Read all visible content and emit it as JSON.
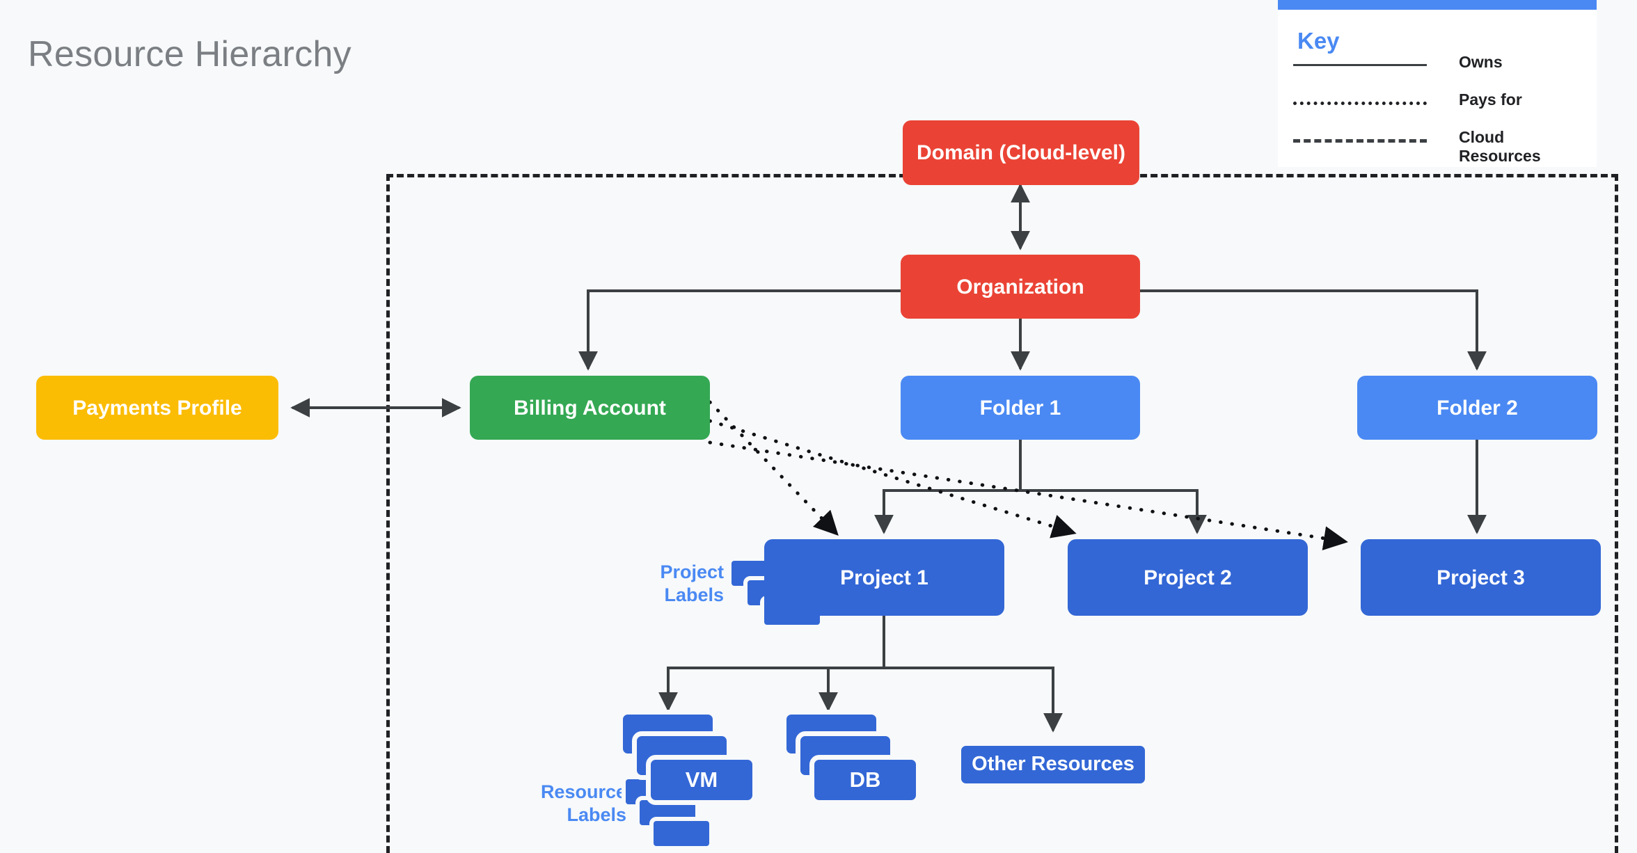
{
  "page": {
    "title": "Resource Hierarchy",
    "background": "#f7f9fa"
  },
  "key": {
    "heading": "Key",
    "items": [
      {
        "style": "solid",
        "label": "Owns"
      },
      {
        "style": "dotted",
        "label": "Pays for"
      },
      {
        "style": "dashed",
        "label": "Cloud Resources"
      }
    ]
  },
  "colors": {
    "red": "#ea4335",
    "green": "#34a853",
    "amber": "#fbbc04",
    "light_blue": "#4a89f3",
    "deep_blue": "#3367d6",
    "line": "#3c4043",
    "title_gray": "#7b7f83"
  },
  "nodes": {
    "domain": "Domain (Cloud-level)",
    "organization": "Organization",
    "payments_profile": "Payments Profile",
    "billing_account": "Billing Account",
    "folder1": "Folder 1",
    "folder2": "Folder 2",
    "project1": "Project 1",
    "project2": "Project 2",
    "project3": "Project 3",
    "vm": "VM",
    "db": "DB",
    "other_resources": "Other Resources"
  },
  "annotations": {
    "project_labels": "Project\nLabels",
    "project_labels_line1": "Project",
    "project_labels_line2": "Labels",
    "resource_labels_line1": "Resource",
    "resource_labels_line2": "Labels"
  }
}
